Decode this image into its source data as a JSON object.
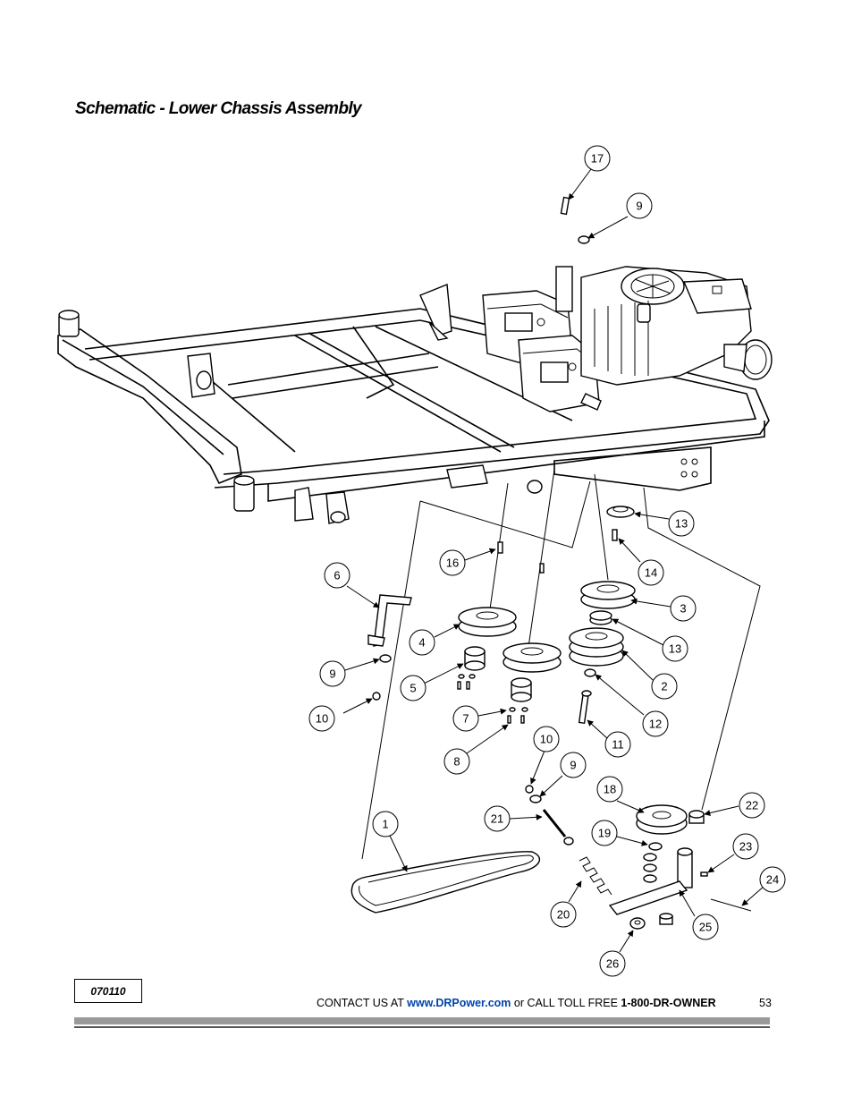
{
  "page": {
    "title": "Schematic - Lower Chassis Assembly",
    "code": "070110",
    "page_number": "53"
  },
  "footer": {
    "prefix": "CONTACT US AT ",
    "link": "www.DRPower.com",
    "middle": " or CALL TOLL FREE ",
    "phone": "1-800-DR-OWNER"
  },
  "callouts": [
    {
      "id": "c17",
      "label": "17"
    },
    {
      "id": "c9a",
      "label": "9"
    },
    {
      "id": "c13a",
      "label": "13"
    },
    {
      "id": "c14",
      "label": "14"
    },
    {
      "id": "c16",
      "label": "16"
    },
    {
      "id": "c6",
      "label": "6"
    },
    {
      "id": "c3",
      "label": "3"
    },
    {
      "id": "c4",
      "label": "4"
    },
    {
      "id": "c13b",
      "label": "13"
    },
    {
      "id": "c9b",
      "label": "9"
    },
    {
      "id": "c5",
      "label": "5"
    },
    {
      "id": "c2",
      "label": "2"
    },
    {
      "id": "c10a",
      "label": "10"
    },
    {
      "id": "c7",
      "label": "7"
    },
    {
      "id": "c12",
      "label": "12"
    },
    {
      "id": "c11",
      "label": "11"
    },
    {
      "id": "c8",
      "label": "8"
    },
    {
      "id": "c10b",
      "label": "10"
    },
    {
      "id": "c9c",
      "label": "9"
    },
    {
      "id": "c18",
      "label": "18"
    },
    {
      "id": "c22",
      "label": "22"
    },
    {
      "id": "c1",
      "label": "1"
    },
    {
      "id": "c21",
      "label": "21"
    },
    {
      "id": "c19",
      "label": "19"
    },
    {
      "id": "c23",
      "label": "23"
    },
    {
      "id": "c24",
      "label": "24"
    },
    {
      "id": "c20",
      "label": "20"
    },
    {
      "id": "c25",
      "label": "25"
    },
    {
      "id": "c26",
      "label": "26"
    }
  ]
}
